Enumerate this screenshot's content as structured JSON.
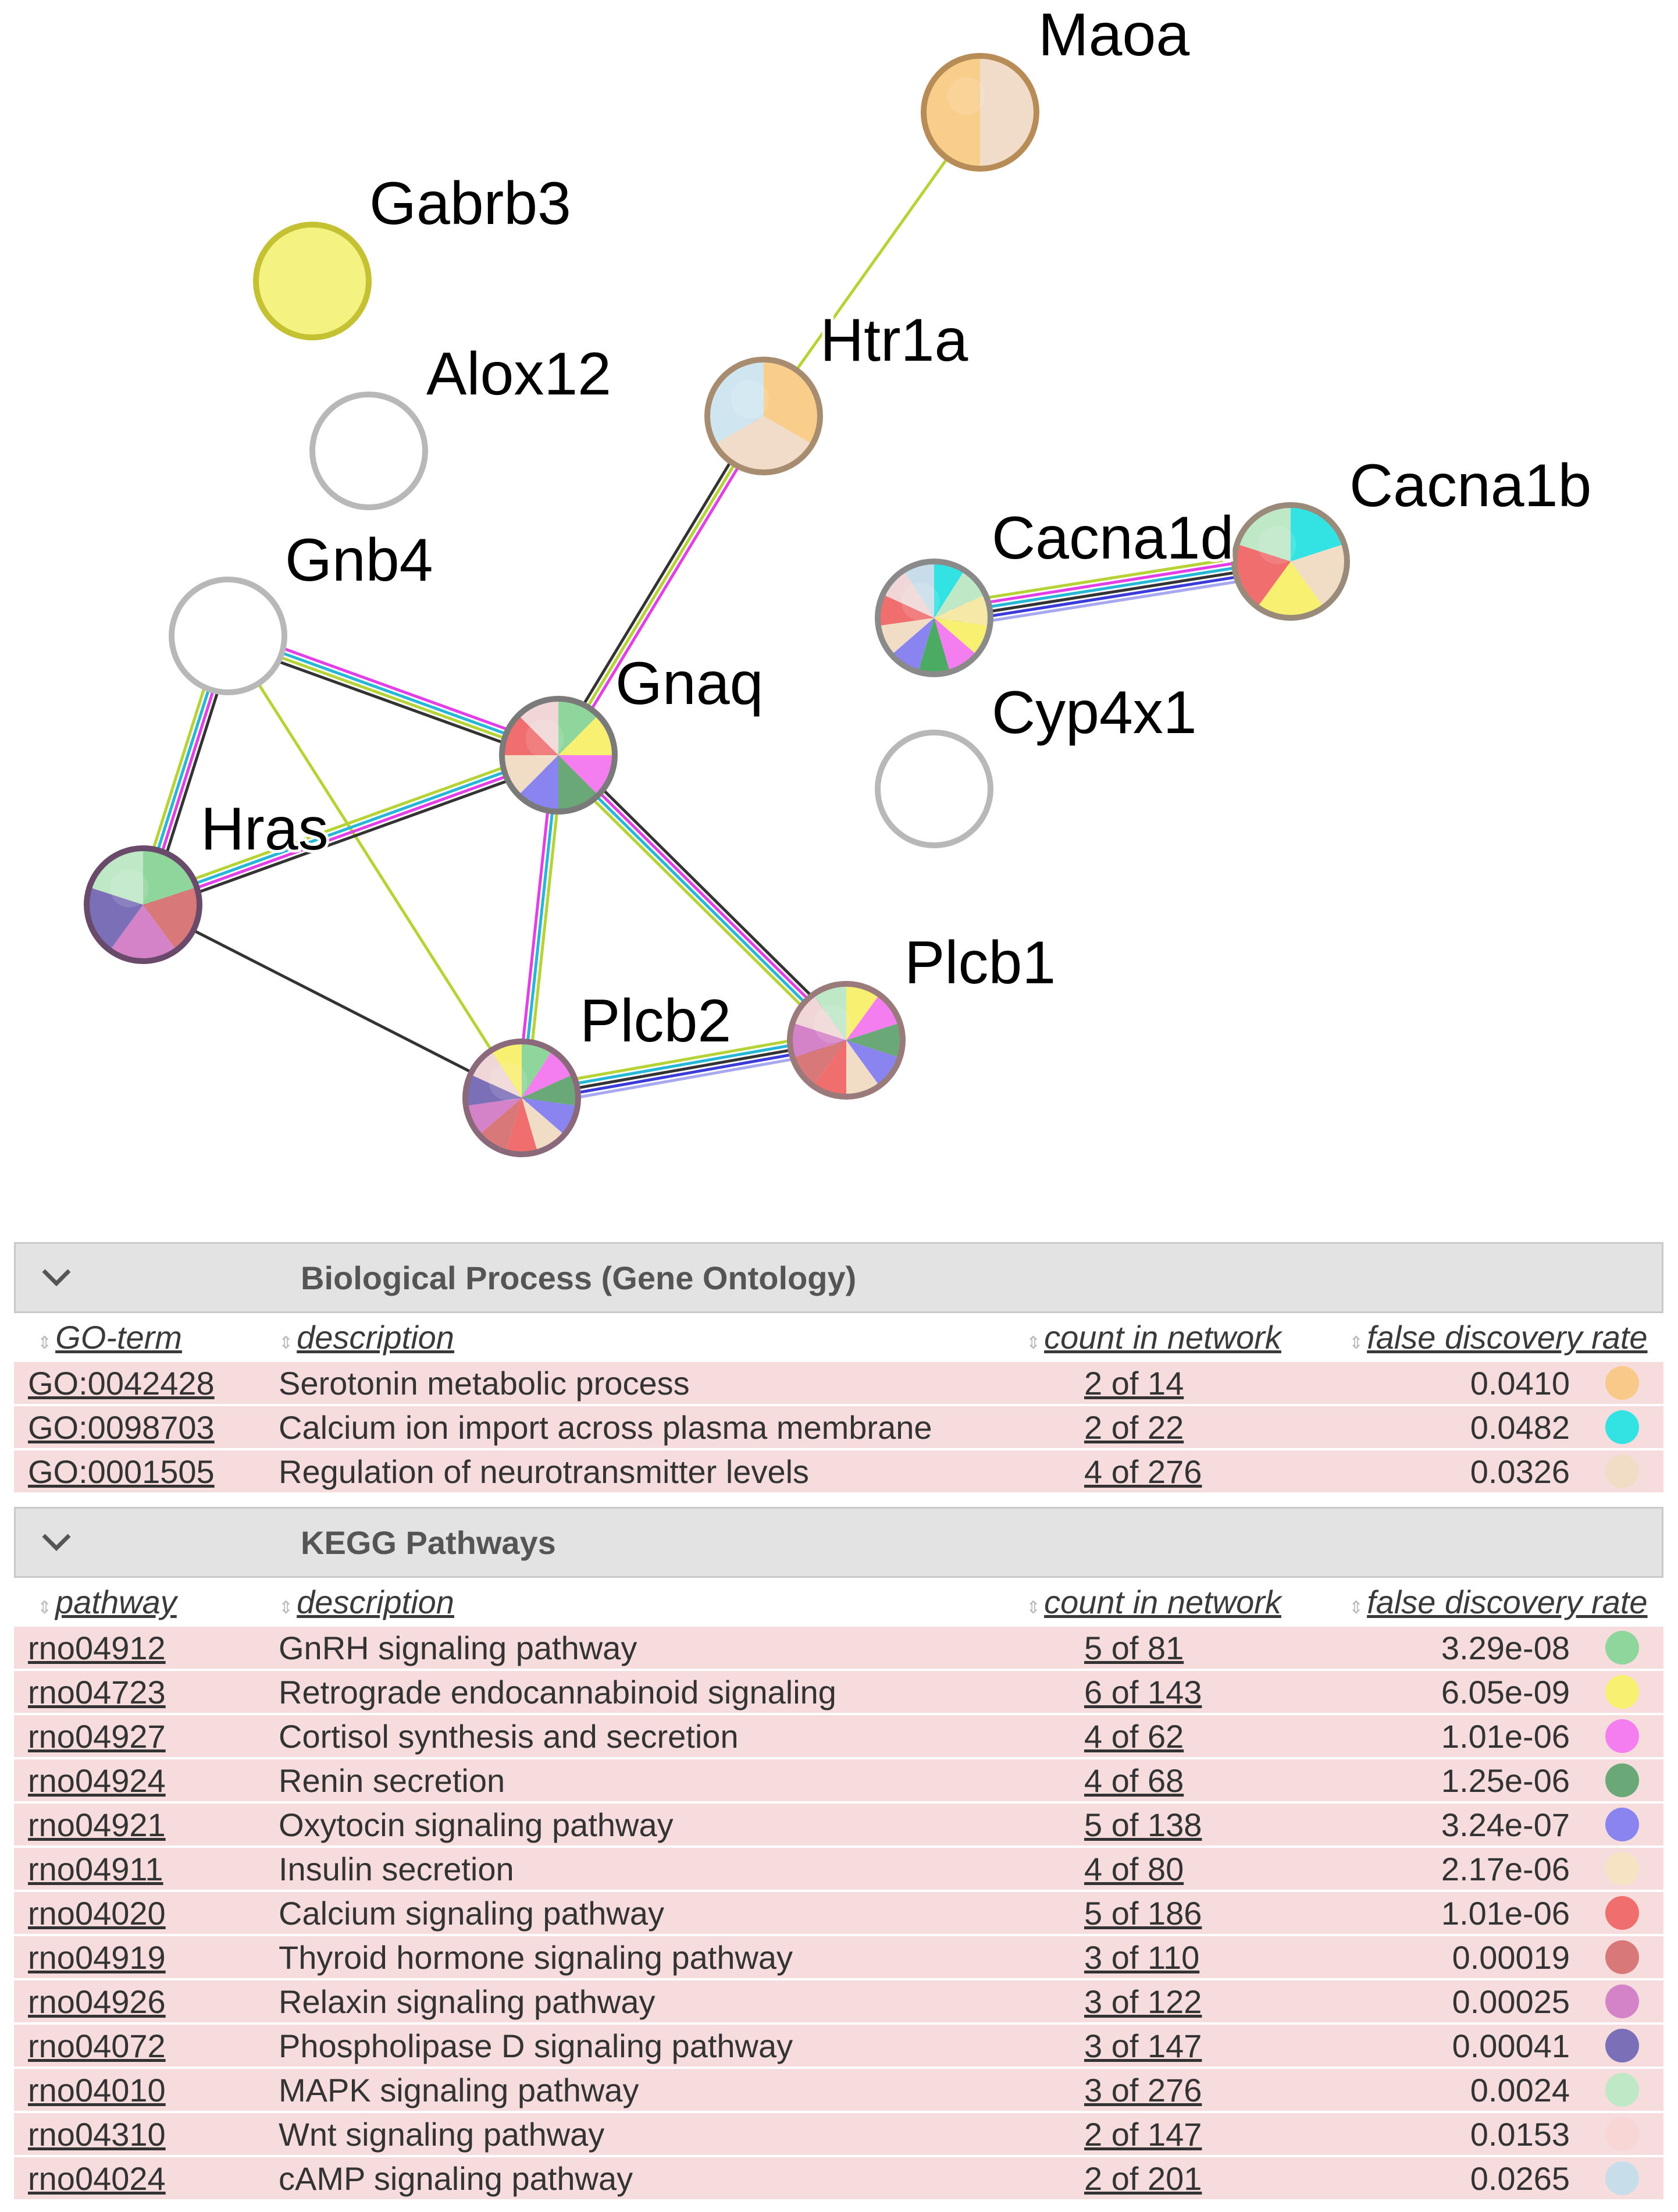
{
  "network": {
    "nodes": [
      {
        "id": "Maoa",
        "label": "Maoa",
        "colors": [
          "#f0dcc8",
          "#f9cd8a"
        ],
        "empty": false,
        "ring": "#b88c56"
      },
      {
        "id": "Gabrb3",
        "label": "Gabrb3",
        "colors": [
          "#f4f280"
        ],
        "empty": false,
        "ring": "#c4c233"
      },
      {
        "id": "Alox12",
        "label": "Alox12",
        "colors": [],
        "empty": true,
        "ring": "#b8b8b8"
      },
      {
        "id": "Htr1a",
        "label": "Htr1a",
        "colors": [
          "#f9cd8a",
          "#f0dcc8",
          "#cfe6f0"
        ],
        "empty": false,
        "ring": "#a88c70"
      },
      {
        "id": "Gnb4",
        "label": "Gnb4",
        "colors": [],
        "empty": true,
        "ring": "#b8b8b8"
      },
      {
        "id": "Cacna1d",
        "label": "Cacna1d",
        "colors": [
          "#33e3e3",
          "#bfe8c6",
          "#f6e9a8",
          "#f8f070",
          "#f47df0",
          "#4cab62",
          "#8a84f0",
          "#f1dcc6",
          "#f06e6e",
          "#f0d6d6",
          "#c8ddea"
        ],
        "empty": false,
        "ring": "#8a8a8a"
      },
      {
        "id": "Cacna1b",
        "label": "Cacna1b",
        "colors": [
          "#33e3e3",
          "#f1dcc6",
          "#f8f070",
          "#f06e6e",
          "#bfe8c6"
        ],
        "empty": false,
        "ring": "#9a8a7a"
      },
      {
        "id": "Gnaq",
        "label": "Gnaq",
        "colors": [
          "#8fd69d",
          "#f8f070",
          "#f47df0",
          "#6aa877",
          "#8a84f0",
          "#f1dcc6",
          "#f06e6e",
          "#f0d6d6"
        ],
        "empty": false,
        "ring": "#7a7a7a"
      },
      {
        "id": "Cyp4x1",
        "label": "Cyp4x1",
        "colors": [],
        "empty": true,
        "ring": "#b8b8b8"
      },
      {
        "id": "Hras",
        "label": "Hras",
        "colors": [
          "#8fd69d",
          "#d97878",
          "#d483c8",
          "#7b6fb8",
          "#bfe8c6"
        ],
        "empty": false,
        "ring": "#6a4a6a"
      },
      {
        "id": "Plcb1",
        "label": "Plcb1",
        "colors": [
          "#f8f070",
          "#f47df0",
          "#6aa877",
          "#8a84f0",
          "#f1dcc6",
          "#f06e6e",
          "#d97878",
          "#d483c8",
          "#f0d6d6",
          "#bfe8c6"
        ],
        "empty": false,
        "ring": "#9a7a7a"
      },
      {
        "id": "Plcb2",
        "label": "Plcb2",
        "colors": [
          "#8fd69d",
          "#f47df0",
          "#6aa877",
          "#8a84f0",
          "#f1dcc6",
          "#f06e6e",
          "#d97878",
          "#d483c8",
          "#7b6fb8",
          "#f0d6d6",
          "#f8f070"
        ],
        "empty": false,
        "ring": "#8a6a7a"
      }
    ],
    "edges": [
      {
        "a": "Maoa",
        "b": "Htr1a",
        "colors": [
          "#b5d334"
        ]
      },
      {
        "a": "Htr1a",
        "b": "Gnaq",
        "colors": [
          "#e23fe6",
          "#b5d334",
          "#333333"
        ]
      },
      {
        "a": "Gnb4",
        "b": "Gnaq",
        "colors": [
          "#e23fe6",
          "#26b6d6",
          "#b5d334",
          "#333333"
        ]
      },
      {
        "a": "Gnb4",
        "b": "Hras",
        "colors": [
          "#333333",
          "#e23fe6",
          "#26b6d6",
          "#b5d334"
        ]
      },
      {
        "a": "Gnb4",
        "b": "Plcb2",
        "colors": [
          "#b5d334"
        ]
      },
      {
        "a": "Hras",
        "b": "Gnaq",
        "colors": [
          "#b5d334",
          "#26b6d6",
          "#e23fe6",
          "#333333"
        ]
      },
      {
        "a": "Hras",
        "b": "Plcb2",
        "colors": [
          "#333333"
        ]
      },
      {
        "a": "Gnaq",
        "b": "Plcb2",
        "colors": [
          "#b5d334",
          "#26b6d6",
          "#e23fe6"
        ]
      },
      {
        "a": "Gnaq",
        "b": "Plcb1",
        "colors": [
          "#333333",
          "#e23fe6",
          "#26b6d6",
          "#b5d334"
        ]
      },
      {
        "a": "Plcb2",
        "b": "Plcb1",
        "colors": [
          "#b5d334",
          "#26b6d6",
          "#333333",
          "#3b3bd9",
          "#a8a8f0"
        ]
      },
      {
        "a": "Cacna1d",
        "b": "Cacna1b",
        "colors": [
          "#b5d334",
          "#e23fe6",
          "#26b6d6",
          "#333333",
          "#3b3bd9",
          "#a8a8f0"
        ]
      }
    ]
  },
  "bio_process": {
    "title": "Biological Process (Gene Ontology)",
    "columns": {
      "id": "GO-term",
      "desc": "description",
      "count": "count in network",
      "fdr": "false discovery rate"
    },
    "rows": [
      {
        "id": "GO:0042428",
        "desc": "Serotonin metabolic process",
        "count": "2 of 14",
        "fdr": "0.0410",
        "color": "#f9c98a"
      },
      {
        "id": "GO:0098703",
        "desc": "Calcium ion import across plasma membrane",
        "count": "2 of 22",
        "fdr": "0.0482",
        "color": "#33e3e3"
      },
      {
        "id": "GO:0001505",
        "desc": "Regulation of neurotransmitter levels",
        "count": "4 of 276",
        "fdr": "0.0326",
        "color": "#f1dcc6"
      }
    ]
  },
  "kegg": {
    "title": "KEGG Pathways",
    "columns": {
      "id": "pathway",
      "desc": "description",
      "count": "count in network",
      "fdr": "false discovery rate"
    },
    "rows": [
      {
        "id": "rno04912",
        "desc": "GnRH signaling pathway",
        "count": "5 of 81",
        "fdr": "3.29e-08",
        "color": "#8fd69d"
      },
      {
        "id": "rno04723",
        "desc": "Retrograde endocannabinoid signaling",
        "count": "6 of 143",
        "fdr": "6.05e-09",
        "color": "#f8f070"
      },
      {
        "id": "rno04927",
        "desc": "Cortisol synthesis and secretion",
        "count": "4 of 62",
        "fdr": "1.01e-06",
        "color": "#f47df0"
      },
      {
        "id": "rno04924",
        "desc": "Renin secretion",
        "count": "4 of 68",
        "fdr": "1.25e-06",
        "color": "#6aa877"
      },
      {
        "id": "rno04921",
        "desc": "Oxytocin signaling pathway",
        "count": "5 of 138",
        "fdr": "3.24e-07",
        "color": "#8a84f0"
      },
      {
        "id": "rno04911",
        "desc": "Insulin secretion",
        "count": "4 of 80",
        "fdr": "2.17e-06",
        "color": "#f6e3c4"
      },
      {
        "id": "rno04020",
        "desc": "Calcium signaling pathway",
        "count": "5 of 186",
        "fdr": "1.01e-06",
        "color": "#f06e6e"
      },
      {
        "id": "rno04919",
        "desc": "Thyroid hormone signaling pathway",
        "count": "3 of 110",
        "fdr": "0.00019",
        "color": "#d97878"
      },
      {
        "id": "rno04926",
        "desc": "Relaxin signaling pathway",
        "count": "3 of 122",
        "fdr": "0.00025",
        "color": "#d483c8"
      },
      {
        "id": "rno04072",
        "desc": "Phospholipase D signaling pathway",
        "count": "3 of 147",
        "fdr": "0.00041",
        "color": "#7b6fb8"
      },
      {
        "id": "rno04010",
        "desc": "MAPK signaling pathway",
        "count": "3 of 276",
        "fdr": "0.0024",
        "color": "#bfe8c6"
      },
      {
        "id": "rno04310",
        "desc": "Wnt signaling pathway",
        "count": "2 of 147",
        "fdr": "0.0153",
        "color": "#f8d6d6"
      },
      {
        "id": "rno04024",
        "desc": "cAMP signaling pathway",
        "count": "2 of 201",
        "fdr": "0.0265",
        "color": "#c8ddea"
      }
    ]
  }
}
